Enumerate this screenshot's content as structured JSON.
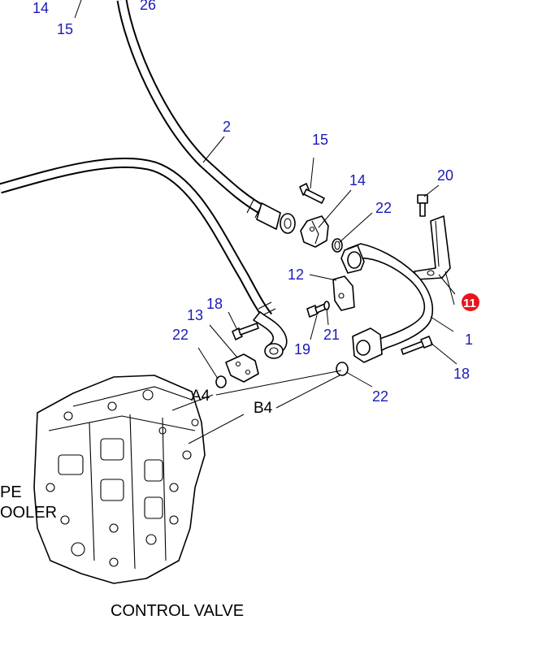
{
  "callouts": [
    {
      "id": "c14a",
      "text": "14"
    },
    {
      "id": "c15a",
      "text": "15"
    },
    {
      "id": "c26",
      "text": "26"
    },
    {
      "id": "c2",
      "text": "2"
    },
    {
      "id": "c15b",
      "text": "15"
    },
    {
      "id": "c14b",
      "text": "14"
    },
    {
      "id": "c20",
      "text": "20"
    },
    {
      "id": "c22a",
      "text": "22"
    },
    {
      "id": "c12",
      "text": "12"
    },
    {
      "id": "c11",
      "text": "11"
    },
    {
      "id": "c18a",
      "text": "18"
    },
    {
      "id": "c13",
      "text": "13"
    },
    {
      "id": "c22b",
      "text": "22"
    },
    {
      "id": "c19",
      "text": "19"
    },
    {
      "id": "c21",
      "text": "21"
    },
    {
      "id": "c1",
      "text": "1"
    },
    {
      "id": "c18b",
      "text": "18"
    },
    {
      "id": "c22c",
      "text": "22"
    }
  ],
  "ports": {
    "a4": "A4",
    "b4": "B4"
  },
  "labels": {
    "left_top": "PE",
    "left_bottom": "OOLER",
    "control_valve": "CONTROL VALVE"
  },
  "colors": {
    "callout": "#1a1ab8",
    "highlight": "#e8141e"
  }
}
